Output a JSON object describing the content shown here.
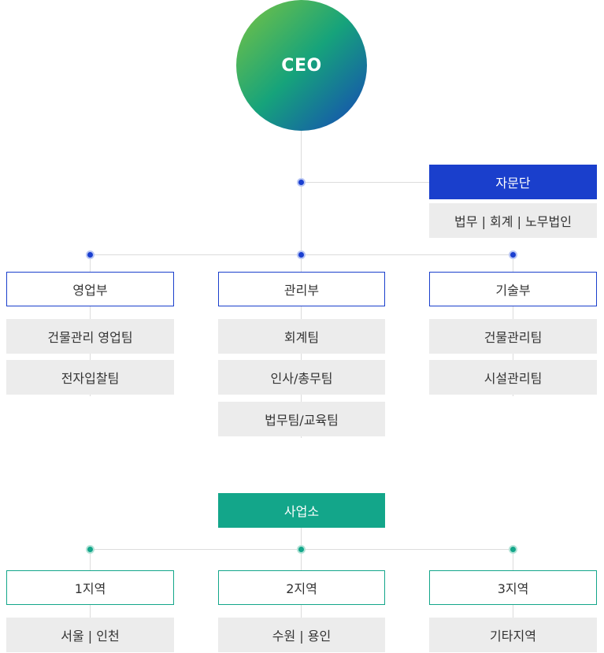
{
  "ceo": {
    "label": "CEO"
  },
  "advisory": {
    "title": "자문단",
    "members": "법무 | 회계 | 노무법인"
  },
  "departments": [
    {
      "name": "영업부",
      "teams": [
        "건물관리 영업팀",
        "전자입찰팀"
      ]
    },
    {
      "name": "관리부",
      "teams": [
        "회계팀",
        "인사/총무팀",
        "법무팀/교육팀"
      ]
    },
    {
      "name": "기술부",
      "teams": [
        "건물관리팀",
        "시설관리팀"
      ]
    }
  ],
  "business": {
    "title": "사업소",
    "regions": [
      {
        "name": "1지역",
        "areas": "서울 | 인천"
      },
      {
        "name": "2지역",
        "areas": "수원 | 용인"
      },
      {
        "name": "3지역",
        "areas": "기타지역"
      }
    ]
  },
  "colors": {
    "blue": "#1a3fcc",
    "green": "#13a68a",
    "gray_box": "#ececec",
    "line": "#dcdcdc"
  }
}
